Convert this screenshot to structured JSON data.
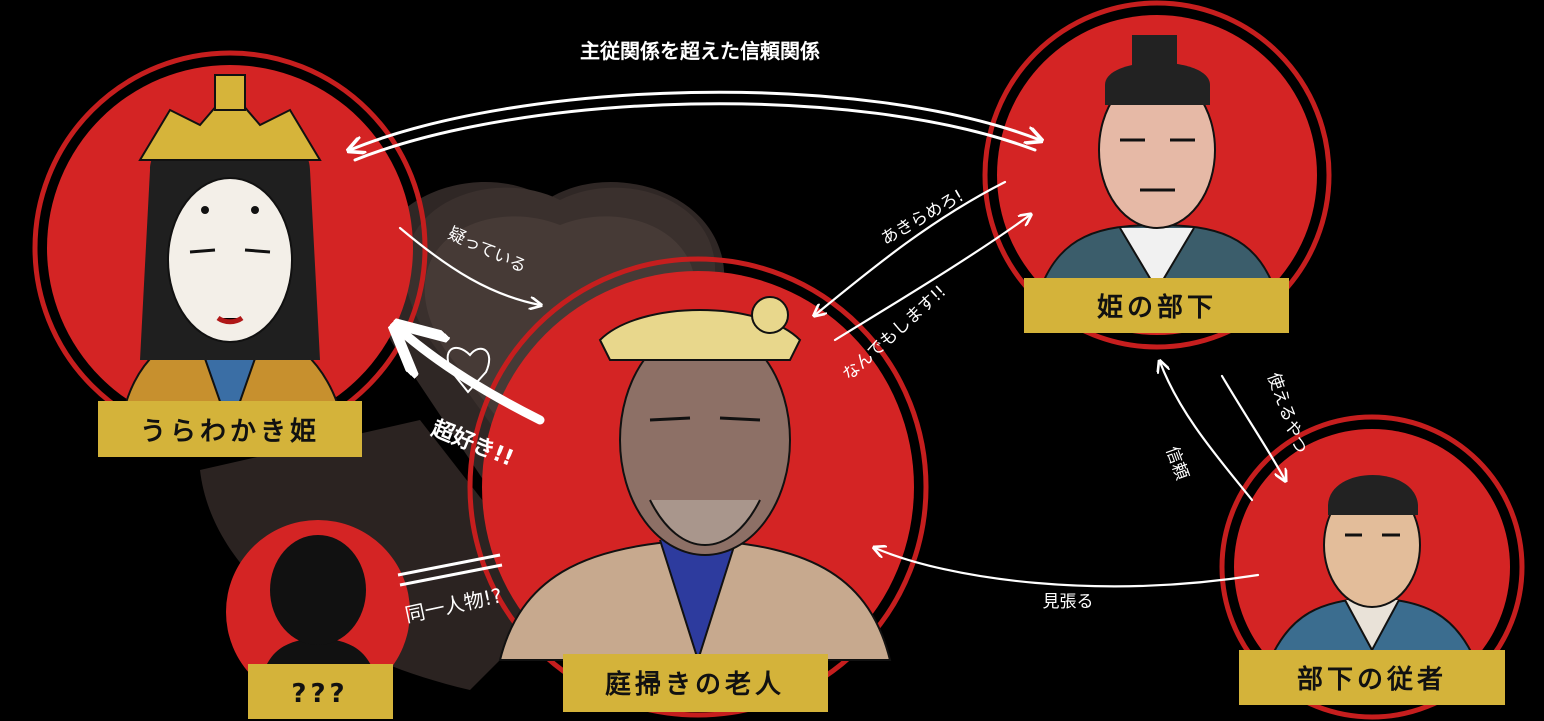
{
  "colors": {
    "background": "#000000",
    "circle_fill": "#d42424",
    "circle_ring": "#c61e1e",
    "name_plate": "#d4b33a",
    "heart": "#3a302d"
  },
  "characters": {
    "princess": "うらわかき姫",
    "retainer": "姫の部下",
    "old_man": "庭掃きの老人",
    "attendant": "部下の従者",
    "unknown": "???"
  },
  "relations": {
    "trust_beyond_rank": "主従関係を超えた信頼関係",
    "suspecting": "疑っている",
    "give_up": "あきらめろ!",
    "will_do_anything": "なんでもします!!",
    "love_it": "超好き!!",
    "same_person": "同一人物!?",
    "watching": "見張る",
    "useful_guy": "使えるやつ",
    "trust": "信頼"
  }
}
